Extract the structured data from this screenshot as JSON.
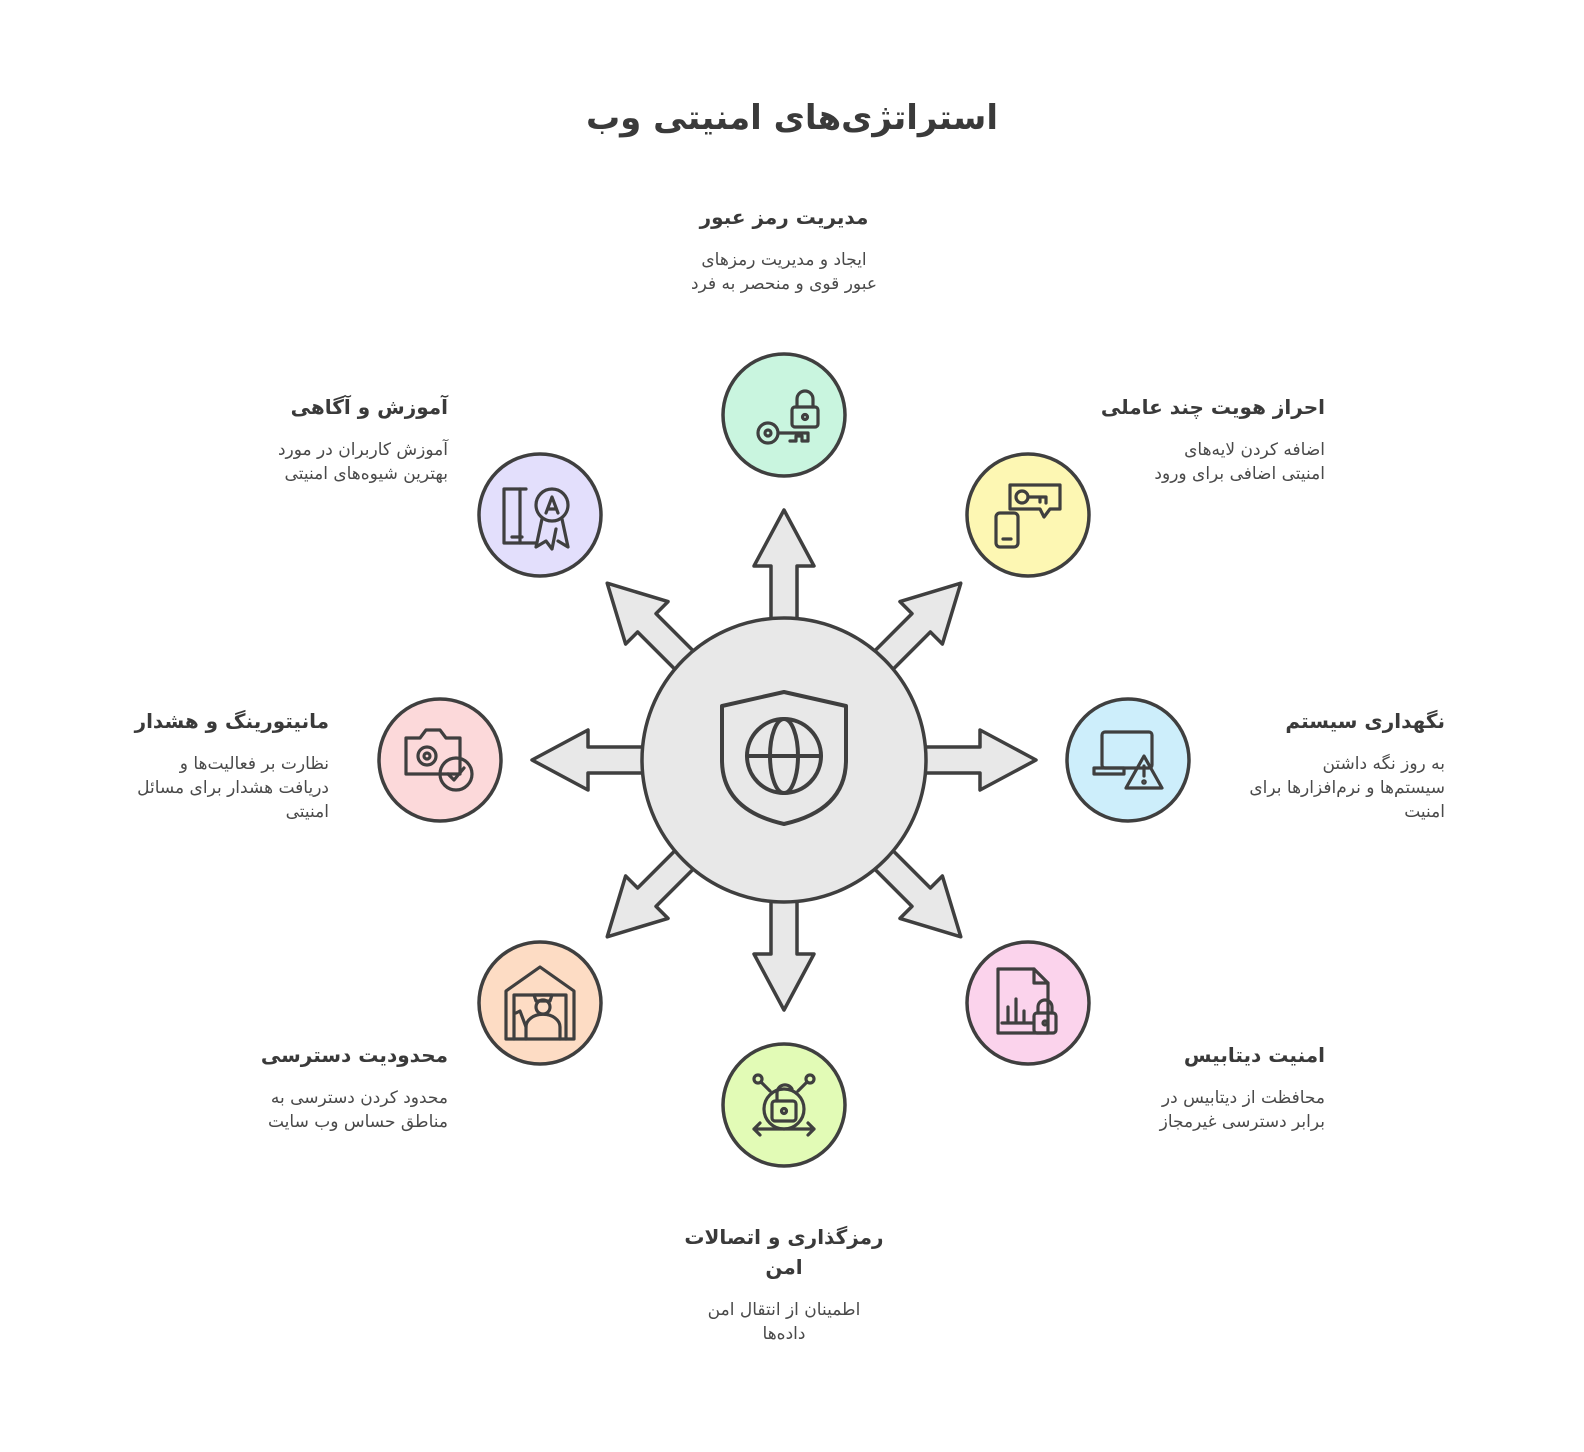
{
  "title": "استراتژی‌های امنیتی وب",
  "strategies": [
    {
      "heading": "مدیریت رمز عبور",
      "desc": "ایجاد و مدیریت رمزهای\nعبور قوی و منحصر به فرد",
      "icon": "lock-key-icon",
      "fill": "#c9f5df"
    },
    {
      "heading": "احراز هویت چند عاملی",
      "desc": "اضافه کردن لایه‌های\nامنیتی اضافی برای ورود",
      "icon": "phone-key-chat-icon",
      "fill": "#fdf7b3"
    },
    {
      "heading": "نگهداری سیستم",
      "desc": "به روز نگه داشتن\nسیستم‌ها و نرم‌افزارها برای\nامنیت",
      "icon": "laptop-warning-icon",
      "fill": "#cdeefb"
    },
    {
      "heading": "امنیت دیتابیس",
      "desc": "محافظت از دیتابیس در\nبرابر دسترسی غیرمجاز",
      "icon": "database-chart-lock-icon",
      "fill": "#fbd3ec"
    },
    {
      "heading": "رمزگذاری و اتصالات\nامن",
      "desc": "اطمینان از انتقال امن\nداده‌ها",
      "icon": "unlock-network-icon",
      "fill": "#e2fbb6"
    },
    {
      "heading": "محدودیت دسترسی",
      "desc": "محدود کردن دسترسی به\nمناطق حساس وب سایت",
      "icon": "security-guard-icon",
      "fill": "#fddcc4"
    },
    {
      "heading": "مانیتورینگ و هشدار",
      "desc": "نظارت بر فعالیت‌ها و\nدریافت هشدار برای مسائل\nامنیتی",
      "icon": "camera-check-icon",
      "fill": "#fcd9da"
    },
    {
      "heading": "آموزش و آگاهی",
      "desc": "آموزش کاربران در مورد\nبهترین شیوه‌های امنیتی",
      "icon": "book-award-icon",
      "fill": "#e3dffc"
    }
  ],
  "hub": {
    "icon": "shield-globe-icon",
    "fill": "#e8e8e8"
  }
}
